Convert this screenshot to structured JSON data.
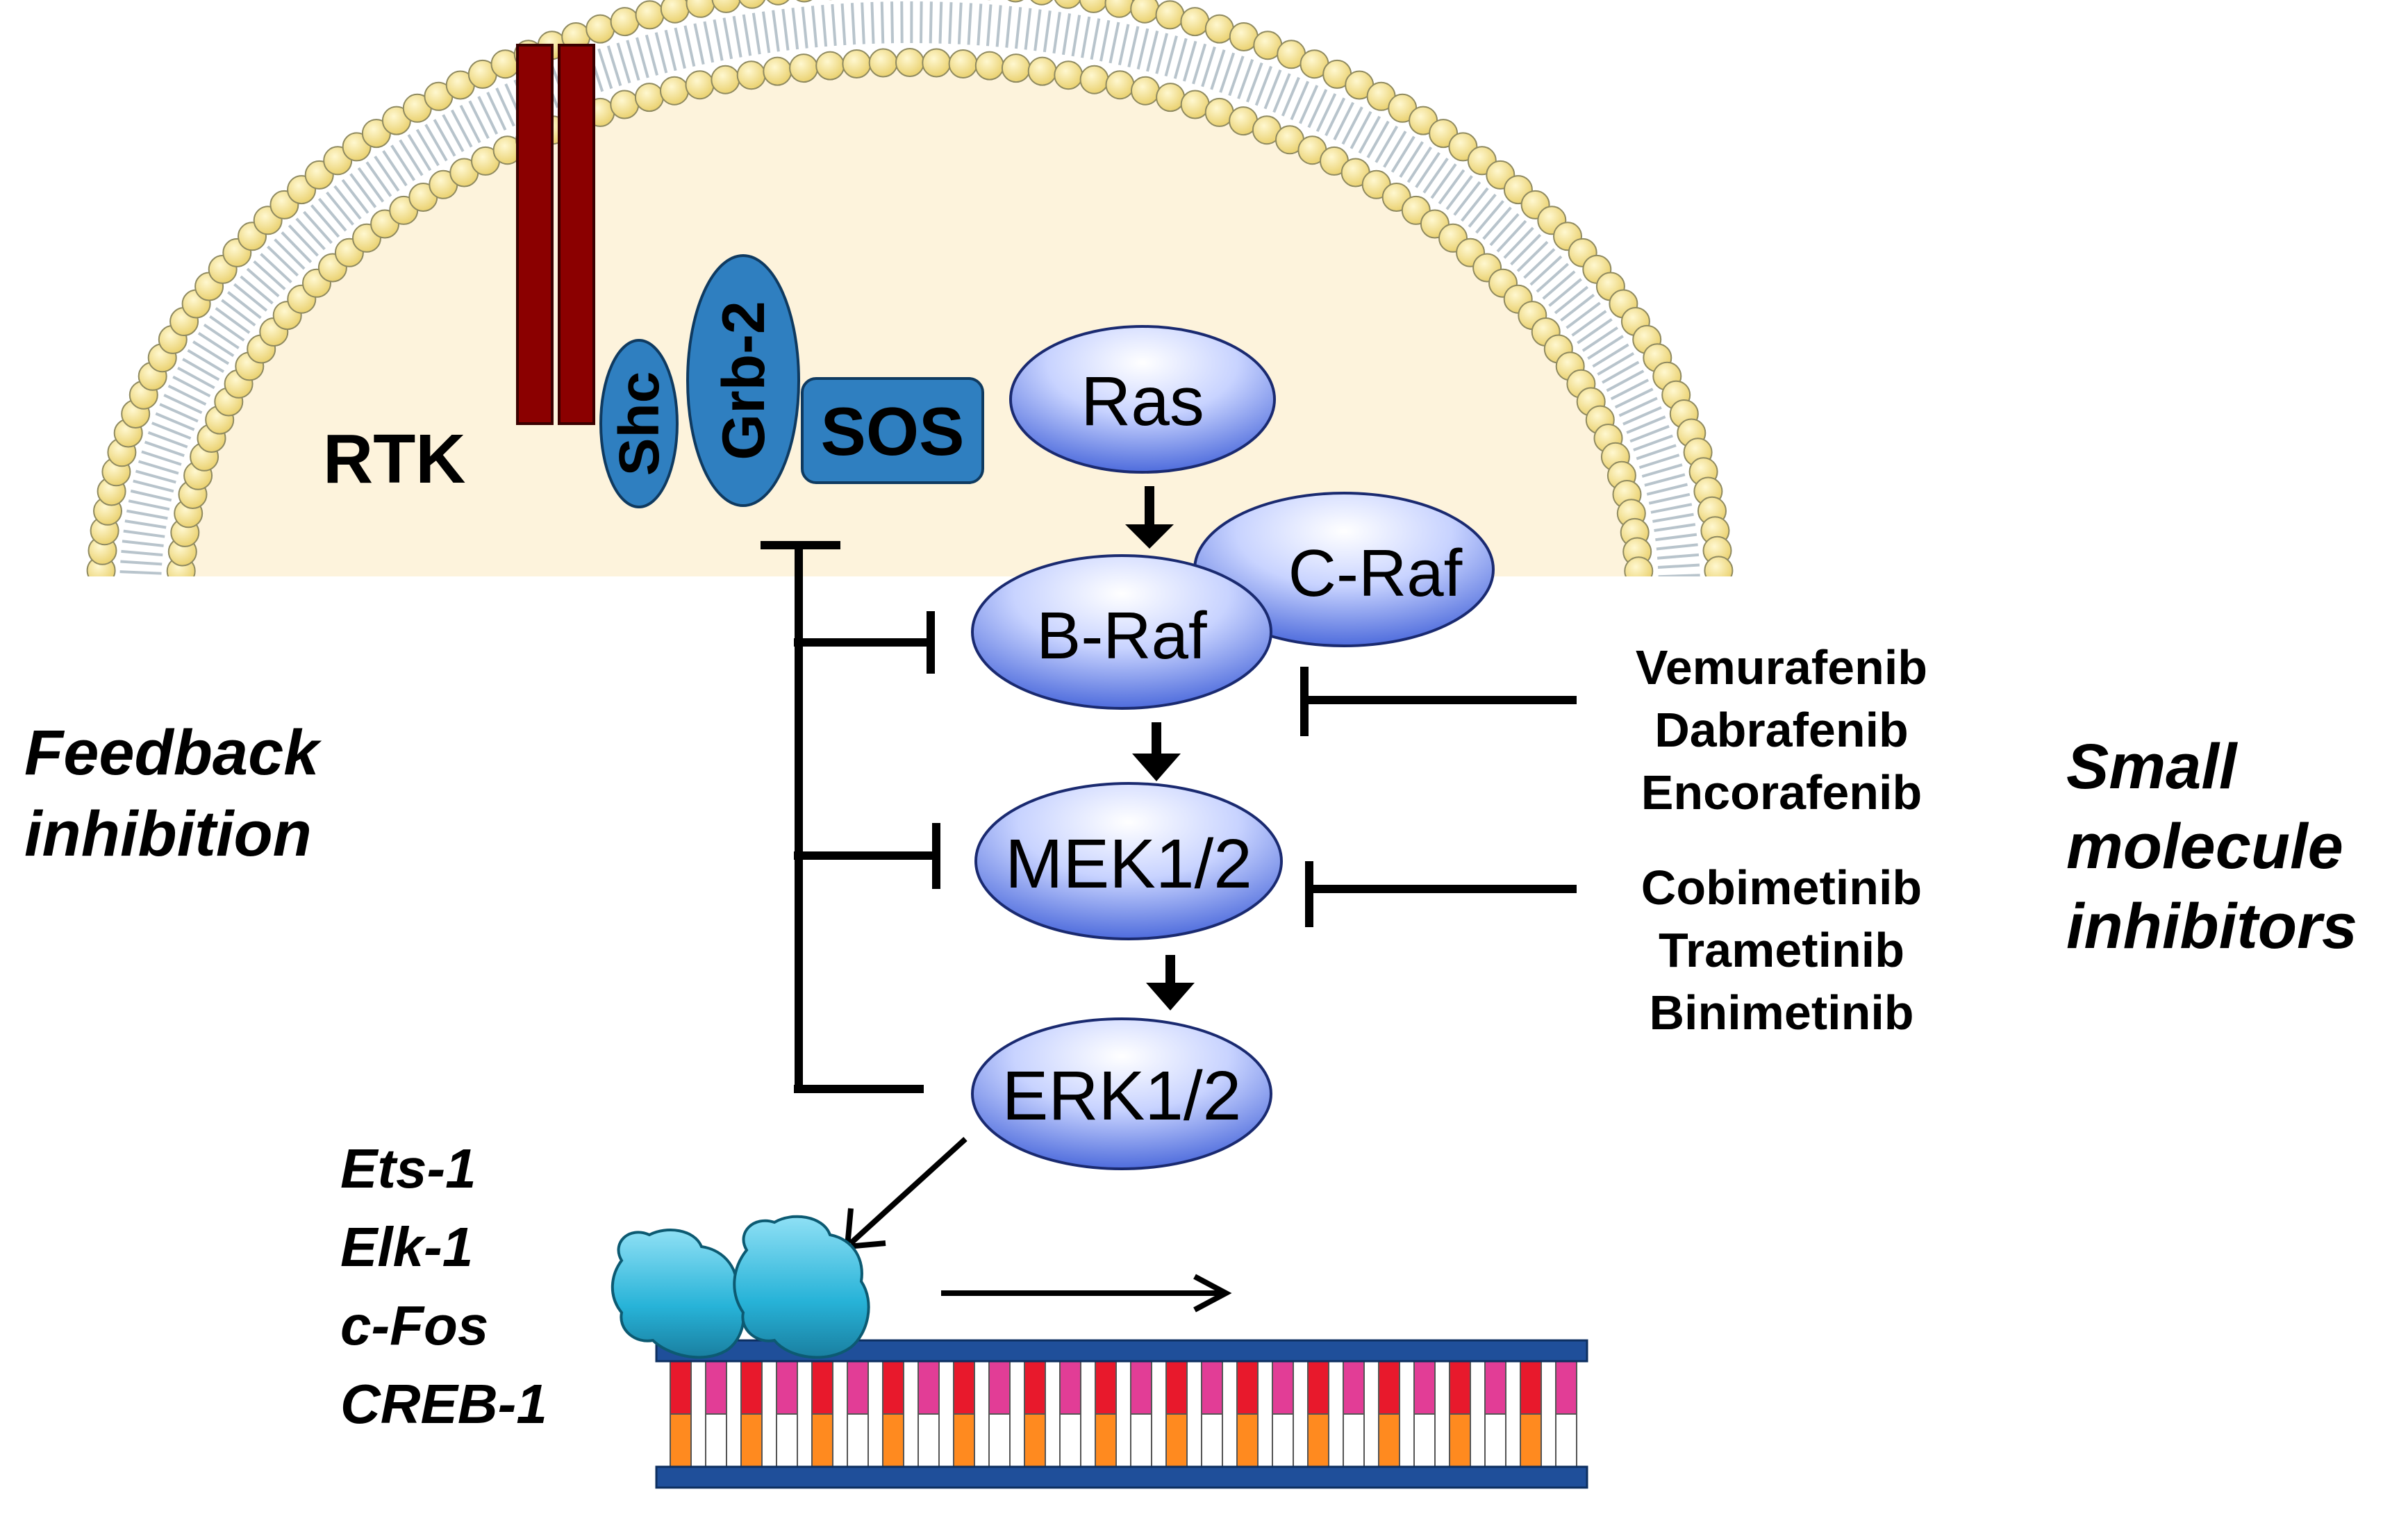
{
  "membrane": {
    "label": "RTK"
  },
  "adaptors": {
    "shc": "Shc",
    "grb2": "Grb-2",
    "sos": "SOS"
  },
  "kinases": {
    "ras": "Ras",
    "braf": "B-Raf",
    "craf": "C-Raf",
    "mek": "MEK1/2",
    "erk": "ERK1/2"
  },
  "feedback": {
    "line1": "Feedback",
    "line2": "inhibition"
  },
  "inhibitors": {
    "raf": [
      "Vemurafenib",
      "Dabrafenib",
      "Encorafenib"
    ],
    "mek": [
      "Cobimetinib",
      "Trametinib",
      "Binimetinib"
    ],
    "heading": [
      "Small",
      "molecule",
      "inhibitors"
    ]
  },
  "transcription_factors": [
    "Ets-1",
    "Elk-1",
    "c-Fos",
    "CREB-1"
  ],
  "colors": {
    "membrane_fill": "#fdf3dc",
    "lipid_head": "#f7e59a",
    "receptor": "#8b0000",
    "adaptor": "#2f7fc0",
    "kinase_gradient_top": "#ffffff",
    "kinase_gradient_bottom": "#3f5fd8",
    "tf_protein": "#27b3d8",
    "dna_backbone": "#1f4f9a"
  }
}
